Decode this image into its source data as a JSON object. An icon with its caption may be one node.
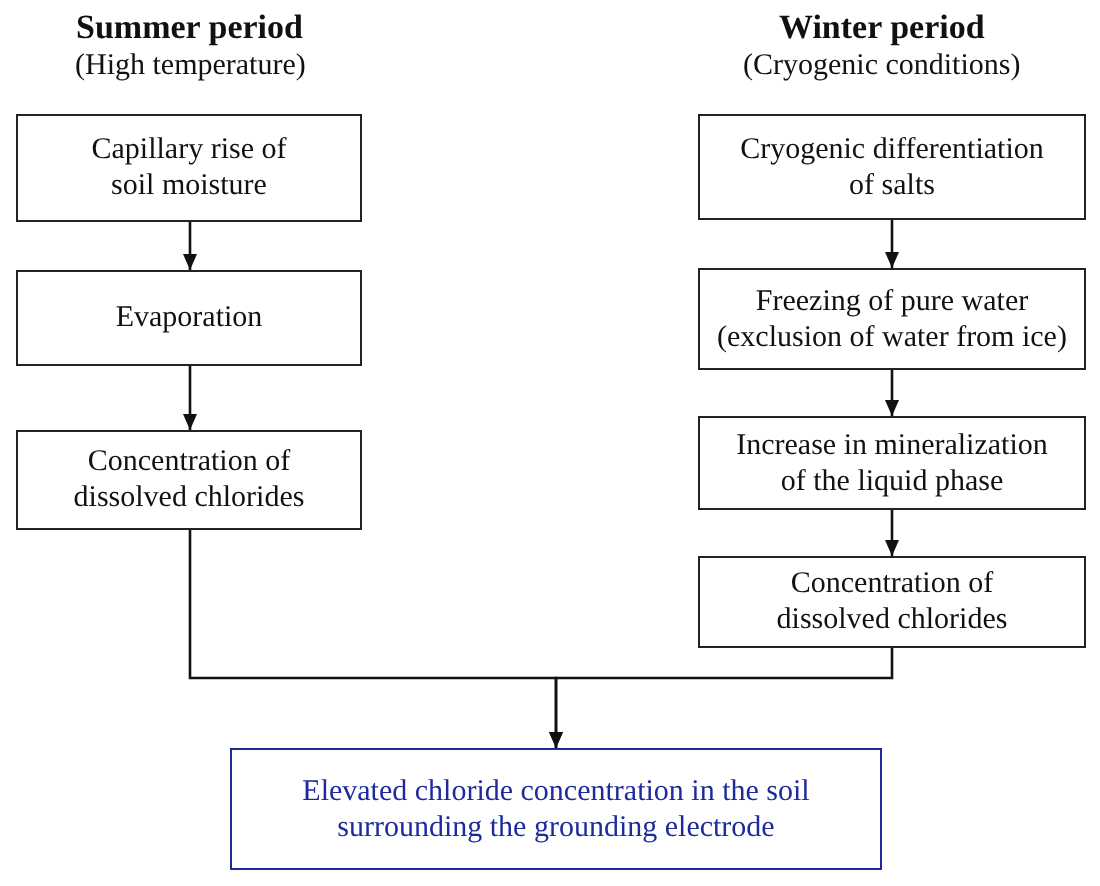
{
  "diagram": {
    "nodes": [
      {
        "text": [
          "Capillary rise of soil moisture"
        ]
      },
      {
        "text": [
          "Evaporation"
        ]
      },
      {
        "text": [
          "Concentration of dissolved chlorides"
        ]
      },
      {
        "text": [
          "Cryogenic differentiation of salts"
        ]
      },
      {
        "text": [
          "Freezing of pure water (exclusion of water from ice)"
        ]
      },
      {
        "text": [
          "Increase in mineralization of the liquid phase"
        ]
      },
      {
        "text": [
          "Concentration of dissolved chlorides"
        ]
      },
      {
        "text": [
          "Elevated chloride concentration in the soil surrounding the grounding electrode"
        ]
      }
    ],
    "edges": [
      {
        "from": 0,
        "to": 1,
        "arrow": "to"
      },
      {
        "from": 1,
        "to": 2,
        "arrow": "to"
      },
      {
        "from": 3,
        "to": 4,
        "arrow": "to"
      },
      {
        "from": 4,
        "to": 5,
        "arrow": "to"
      },
      {
        "from": 5,
        "to": 6,
        "arrow": "to"
      },
      {
        "from": 2,
        "to": 7,
        "arrow": "to"
      },
      {
        "from": 6,
        "to": 7,
        "arrow": "to"
      }
    ],
    "labels": [
      "Summer period",
      "(High temperature)",
      "Winter period",
      "(Cryogenic conditions)"
    ]
  }
}
